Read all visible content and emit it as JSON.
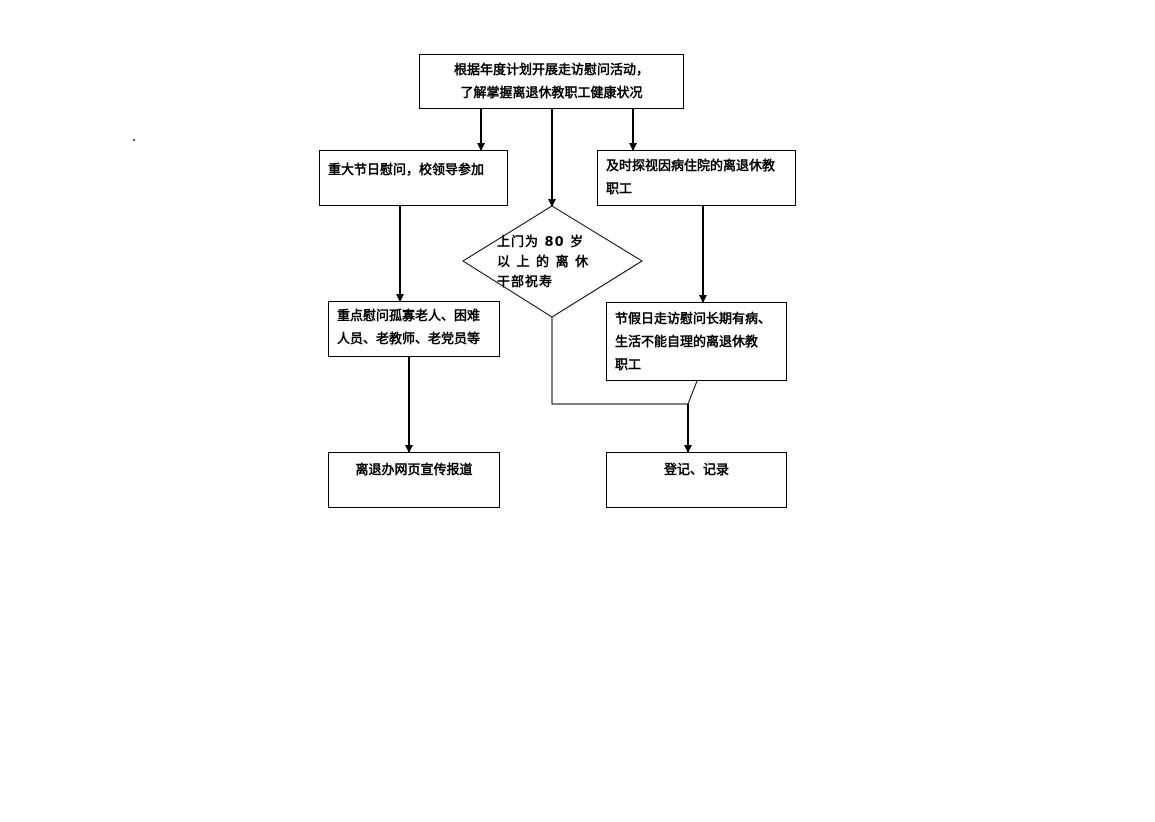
{
  "nodes": {
    "top": {
      "lines": [
        "根据年度计划开展走访慰问活动，",
        "了解掌握离退休教职工健康状况"
      ]
    },
    "left1": {
      "lines": [
        "重大节日慰问，校领导参加"
      ]
    },
    "right1": {
      "lines": [
        "及时探视因病住院的离退休教",
        "职工"
      ]
    },
    "decision": {
      "lines": [
        "上门为 80 岁",
        "以 上 的 离 休",
        "干部祝寿"
      ]
    },
    "left2": {
      "lines": [
        "重点慰问孤寡老人、困难",
        "人员、老教师、老党员等"
      ]
    },
    "right2": {
      "lines": [
        "节假日走访慰问长期有病、",
        "生活不能自理的离退休教",
        "职工"
      ]
    },
    "left3": {
      "lines": [
        "离退办网页宣传报道"
      ]
    },
    "right3": {
      "lines": [
        "登记、记录"
      ]
    }
  },
  "colors": {
    "line": "#000000",
    "background": "#ffffff",
    "text": "#000000"
  }
}
